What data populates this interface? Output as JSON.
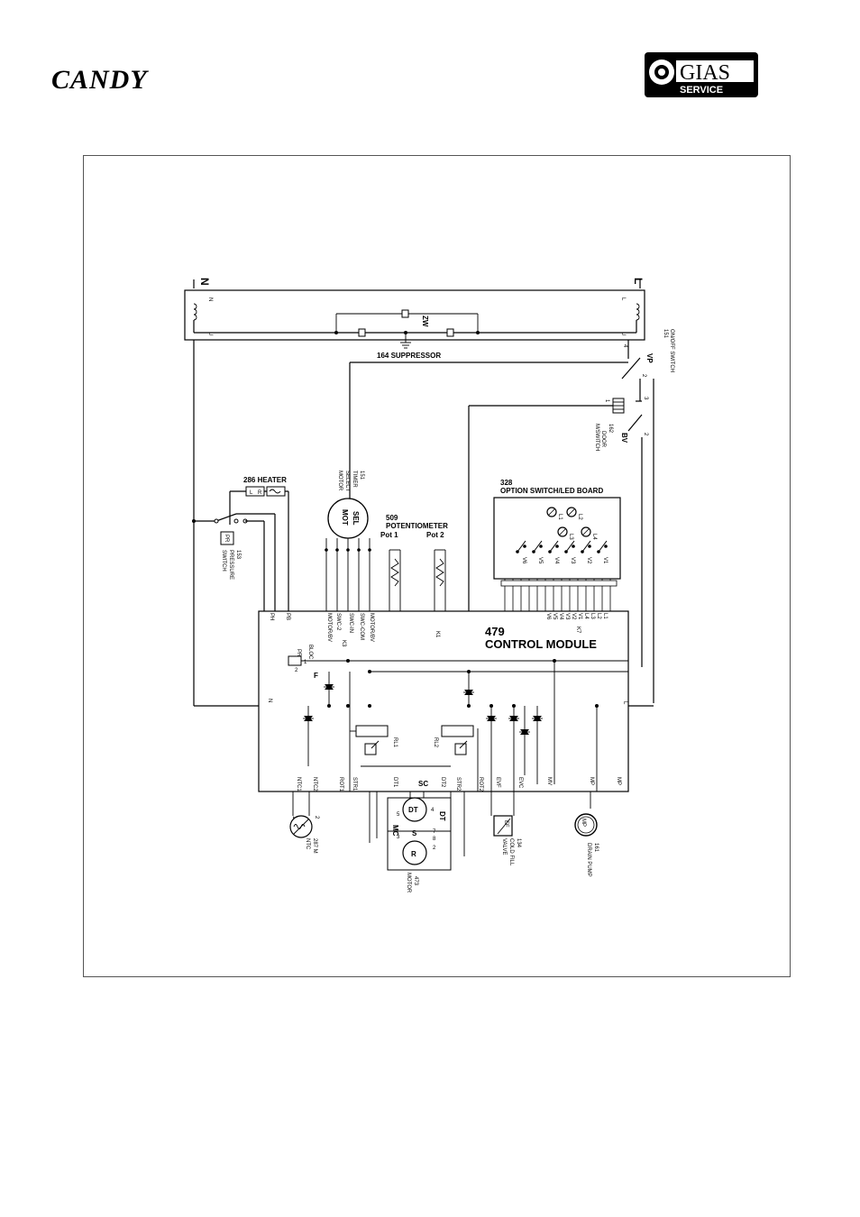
{
  "header": {
    "brand": "CANDY",
    "service_logo_top": "GIAS",
    "service_logo_bottom": "SERVICE"
  },
  "mains": {
    "neutral": "N",
    "line": "L"
  },
  "terminals": {
    "n_top": "N",
    "l_top": "L",
    "u_left": "U",
    "u_right": "U"
  },
  "filter": {
    "code": "ZW"
  },
  "components": {
    "suppressor": "164 SUPPRESSOR",
    "onoff_num": "151",
    "onoff_name": "ON/OFF SWITCH",
    "onoff_code": "VP",
    "door_num": "162",
    "door_name1": "DOOR",
    "door_name2": "M/SWITCH",
    "door_code": "BV",
    "timer_num": "151",
    "timer_name1": "TIMER",
    "timer_name2": "SELECT",
    "timer_name3": "MOTOR",
    "timer_code1": "SEL",
    "timer_code2": "MOT",
    "heater": "286 HEATER",
    "heater_code_l": "L",
    "heater_code_r": "R",
    "pressure_num": "153",
    "pressure_name1": "PRESSURE",
    "pressure_name2": "SWITCH",
    "pressure_code": "PR",
    "pot_title1": "509",
    "pot_title2": "POTENTIOMETER",
    "pot1": "Pot 1",
    "pot2": "Pot 2",
    "option_num": "328",
    "option_name": "OPTION SWITCH/LED BOARD",
    "module_num": "479",
    "module_name": "CONTROL MODULE",
    "ntc_num": "287 M",
    "ntc_name": "NTC",
    "motor_num": "473",
    "motor_name": "MOTOR",
    "motor_dt": "DT",
    "motor_r": "R",
    "motor_mc": "MC",
    "motor_s": "S",
    "motor_sc": "SC",
    "valve_num": "134",
    "valve_name1": "COLD FILL",
    "valve_name2": "VALVE",
    "valve_code": "EF",
    "pump_num": "161",
    "pump_name": "DRAIN PUMP",
    "pump_code": "MP"
  },
  "pins": {
    "sw4": "4",
    "sw2": "2",
    "sw3": "3",
    "sw1": "1",
    "sw2b": "2",
    "f": "F",
    "p1": "1",
    "p2": "2",
    "m5": "5",
    "m4": "4",
    "m3": "3",
    "m7": "7",
    "m8": "8",
    "m2": "2",
    "ntc1": "1",
    "ntc2": "2"
  },
  "connectors": {
    "k1": "K1",
    "k3": "K3",
    "k7": "K7"
  },
  "module_pins_top": [
    "PH",
    "PB",
    "MOTOR/BV",
    "SWC-2",
    "SWC-IN",
    "SWC-COM",
    "MOTOR/BV"
  ],
  "module_pins_bottom": [
    "NTC1",
    "NTC2",
    "ROT1",
    "STR1",
    "DT1",
    "DT2",
    "STR2",
    "ROT2",
    "EVF",
    "EVC",
    "MV",
    "MP",
    "MP"
  ],
  "option_pins": [
    "V6",
    "V5",
    "V4",
    "V3",
    "V2",
    "V1"
  ],
  "leds": [
    "L1",
    "L2",
    "L3",
    "L4"
  ],
  "relays": [
    "RL1",
    "RL2"
  ],
  "net_labels": {
    "n_inside": "N",
    "l_inside": "L"
  },
  "k7_pins": [
    "V6",
    "V5",
    "V4",
    "V3",
    "V2",
    "V1",
    "L4",
    "L3",
    "L2",
    "L1"
  ],
  "misc": {
    "bloc": "BLOC",
    "pr1": "PR"
  }
}
